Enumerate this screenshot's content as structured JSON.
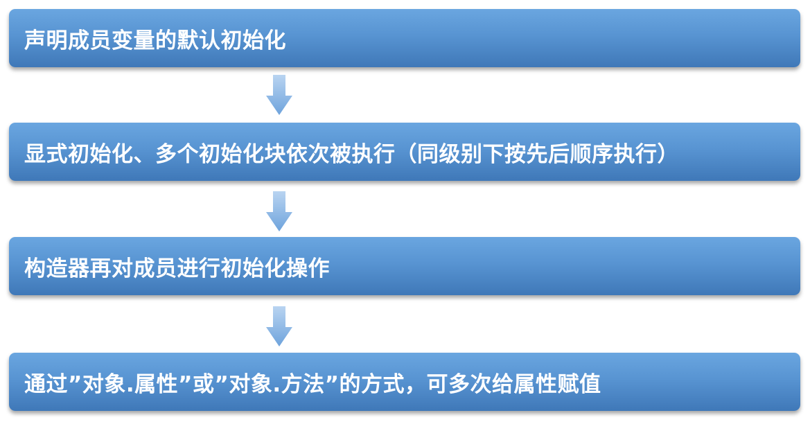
{
  "steps": [
    {
      "label": "声明成员变量的默认初始化"
    },
    {
      "label": "显式初始化、多个初始化块依次被执行（同级别下按先后顺序执行）"
    },
    {
      "label": "构造器再对成员进行初始化操作"
    },
    {
      "label": "通过”对象.属性”或”对象.方法”的方式，可多次给属性赋值"
    }
  ],
  "colors": {
    "box_top": "#6aa6e0",
    "box_bottom": "#3f78b8",
    "arrow": "#7fb0e3",
    "text": "#ffffff"
  }
}
